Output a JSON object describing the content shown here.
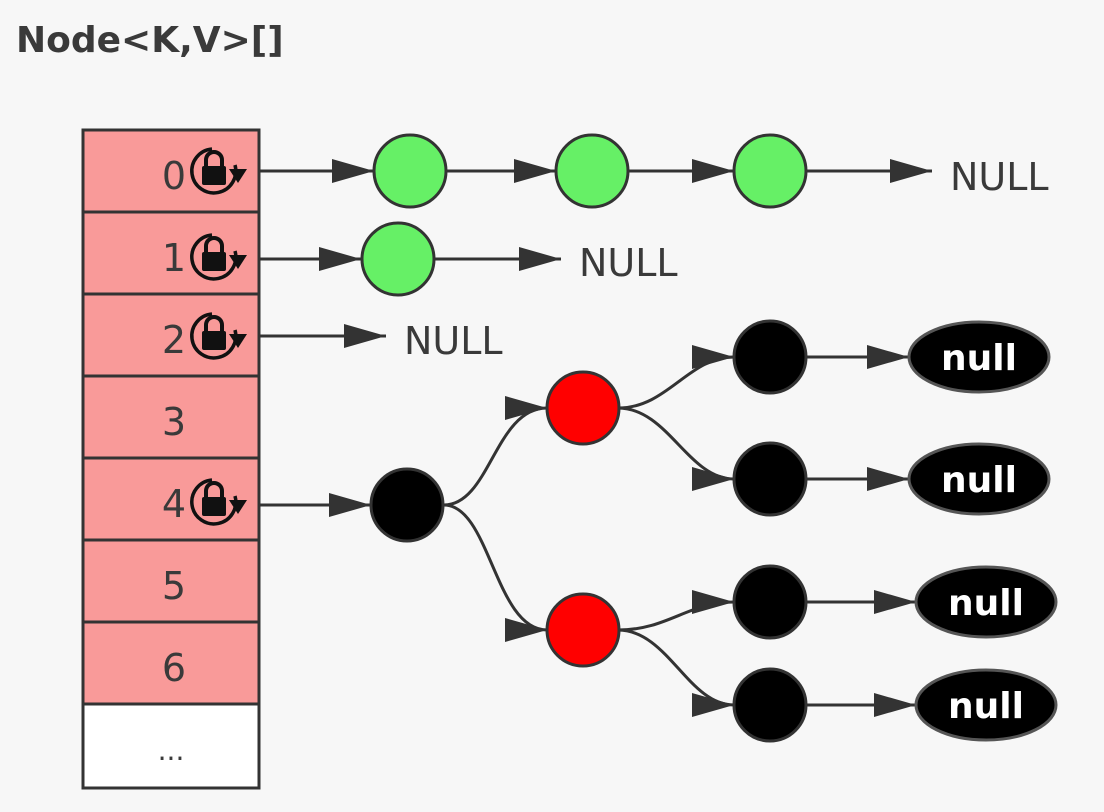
{
  "title": "Node<K,V>[]",
  "colors": {
    "bucket_fill": "#f99a99",
    "empty_fill": "#ffffff",
    "list_node": "#66f066",
    "tree_red": "#ff0000",
    "tree_black": "#000000",
    "line": "#3a3a3a"
  },
  "buckets": [
    {
      "label": "0",
      "lock_icon": "lock-rotate-icon"
    },
    {
      "label": "1",
      "lock_icon": "lock-rotate-icon"
    },
    {
      "label": "2",
      "lock_icon": "lock-rotate-icon"
    },
    {
      "label": "3"
    },
    {
      "label": "4",
      "lock_icon": "lock-rotate-icon"
    },
    {
      "label": "5"
    },
    {
      "label": "6"
    },
    {
      "label": "..."
    }
  ],
  "list_null": "NULL",
  "tree_null": "null"
}
